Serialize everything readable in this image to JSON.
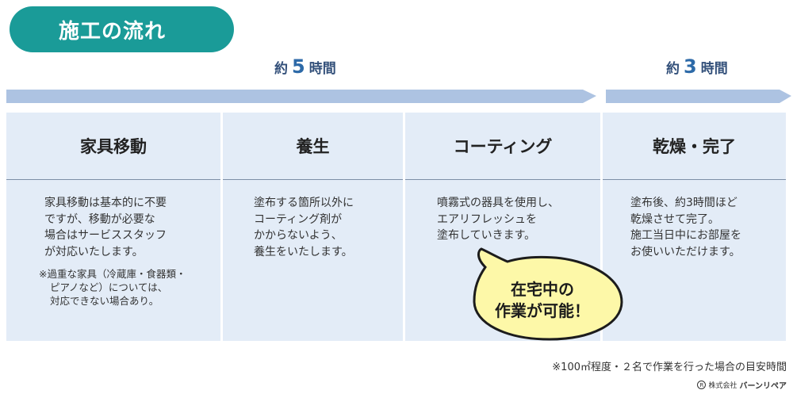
{
  "colors": {
    "title_bg": "#1a9b98",
    "arrow": "#adc3e2",
    "panel": "#e3ecf7",
    "bubble_fill": "#fdf8a8"
  },
  "title": "施工の流れ",
  "durations": [
    {
      "prefix": "約",
      "value": "5",
      "suffix": "時間"
    },
    {
      "prefix": "約",
      "value": "3",
      "suffix": "時間"
    }
  ],
  "steps": [
    {
      "title": "家具移動",
      "lines": [
        "家具移動は基本的に不要",
        "ですが、移動が必要な",
        "場合はサービススタッフ",
        "が対応いたします。"
      ],
      "note": [
        "※過重な家具（冷蔵庫・食器類・",
        "ピアノなど）については、",
        "対応できない場合あり。"
      ]
    },
    {
      "title": "養生",
      "lines": [
        "塗布する箇所以外に",
        "コーティング剤が",
        "かからないよう、",
        "養生をいたします。"
      ]
    },
    {
      "title": "コーティング",
      "lines": [
        "噴霧式の器具を使用し、",
        "エアリフレッシュを",
        "塗布していきます。"
      ]
    },
    {
      "title": "乾燥・完了",
      "lines": [
        "塗布後、約3時間ほど",
        "乾燥させて完了。",
        "施工当日中にお部屋を",
        "お使いいただけます。"
      ]
    }
  ],
  "bubble": {
    "lines": [
      "在宅中の",
      "作業が可能！"
    ]
  },
  "footnote": "※100㎡程度・２名で作業を行った場合の目安時間",
  "logo": {
    "mark": "R",
    "company": "株式会社",
    "brand": "バーンリペア"
  }
}
